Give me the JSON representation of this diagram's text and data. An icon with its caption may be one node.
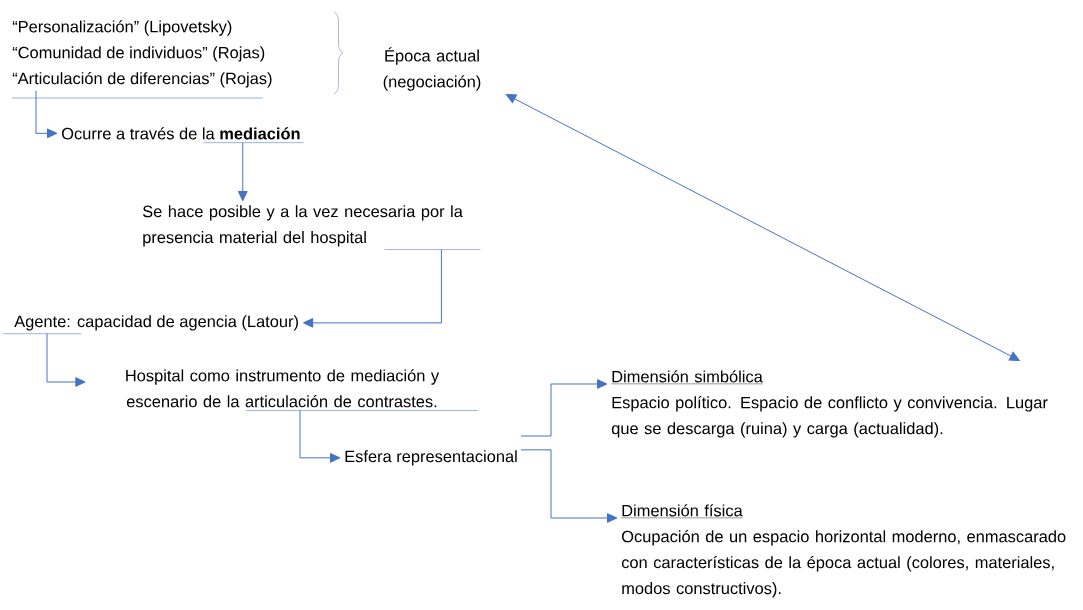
{
  "diagram": {
    "nodes": [
      {
        "text": [
          "“Personalización” (Lipovetsky)",
          "“Comunidad de individuos” (Rojas)",
          "“Articulación de diferencias” (Rojas)"
        ]
      },
      {
        "text": [
          "Época actual (negociación)"
        ]
      },
      {
        "text": [
          "Ocurre a través de la **mediación**"
        ]
      },
      {
        "text": [
          "Se hace posible y a la vez necesaria por la presencia material del hospital"
        ]
      },
      {
        "text": [
          "Agente: capacidad de agencia (Latour)"
        ]
      },
      {
        "text": [
          "Hospital como instrumento de mediación y escenario de la articulación de contrastes."
        ]
      },
      {
        "text": [
          "Esfera representacional"
        ]
      },
      {
        "text": [
          "Dimensión simbólica",
          "Espacio político. Espacio de conflicto y convivencia. Lugar que se descarga (ruina) y carga (actualidad)."
        ]
      },
      {
        "text": [
          "Dimensión física",
          "Ocupación de un espacio horizontal moderno, enmascarado con características de la época actual (colores, materiales, modos constructivos)."
        ]
      }
    ],
    "edges": [
      {
        "from": 0,
        "to": 2,
        "arrow": "to"
      },
      {
        "from": 2,
        "to": 3,
        "arrow": "to"
      },
      {
        "from": 3,
        "to": 4,
        "arrow": "to"
      },
      {
        "from": 4,
        "to": 5,
        "arrow": "to"
      },
      {
        "from": 5,
        "to": 6,
        "arrow": "to"
      },
      {
        "from": 6,
        "to": 7,
        "arrow": "to"
      },
      {
        "from": 6,
        "to": 8,
        "arrow": "to"
      },
      {
        "from": 1,
        "to": 7,
        "arrow": "both"
      }
    ]
  }
}
